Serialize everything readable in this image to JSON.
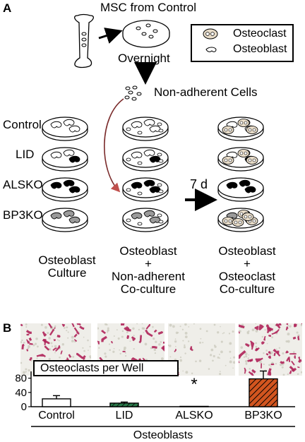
{
  "panel_a": {
    "letter": "A",
    "source_label": "MSC from Control",
    "overnight_label": "Overnight",
    "nonadherent_label": "Non-adherent Cells",
    "legend": {
      "osteoclast": "Osteoclast",
      "osteoblast": "Osteoblast"
    },
    "rows": [
      "Control",
      "LID",
      "ALSKO",
      "BP3KO"
    ],
    "duration_label": "7 d",
    "col1_caption": [
      "Osteoblast",
      "Culture"
    ],
    "col2_caption": [
      "Osteoblast",
      "+",
      "Non-adherent",
      "Co-culture"
    ],
    "col3_caption": [
      "Osteoblast",
      "+",
      "Osteoclast",
      "Co-culture"
    ],
    "colors": {
      "control": "#ffffff",
      "lid": "#000000",
      "alsko": "#000000",
      "bp3ko": "#9a9a9a",
      "arrow_curve": "#7a2a2a"
    }
  },
  "panel_b": {
    "letter": "B",
    "photos": [
      "Control",
      "LID",
      "ALSKO",
      "BP3KO"
    ],
    "stain_color": "#b0245a"
  },
  "chart_data": {
    "type": "bar",
    "title": "Osteoclasts per Well",
    "categories": [
      "Control",
      "LID",
      "ALSKO",
      "BP3KO"
    ],
    "values": [
      22,
      10,
      1,
      78
    ],
    "errors": [
      9,
      3,
      0,
      22
    ],
    "ylim": [
      0,
      110
    ],
    "yticks": [
      "0",
      "40",
      "80"
    ],
    "xlabel": "Osteoblasts",
    "annotation": "*",
    "bar_styles": [
      {
        "fill": "#ffffff",
        "hatch": "none"
      },
      {
        "fill": "#2a7a4a",
        "hatch": "diag"
      },
      {
        "fill": "#ffffff",
        "hatch": "none"
      },
      {
        "fill": "#d2551f",
        "hatch": "diag"
      }
    ]
  }
}
